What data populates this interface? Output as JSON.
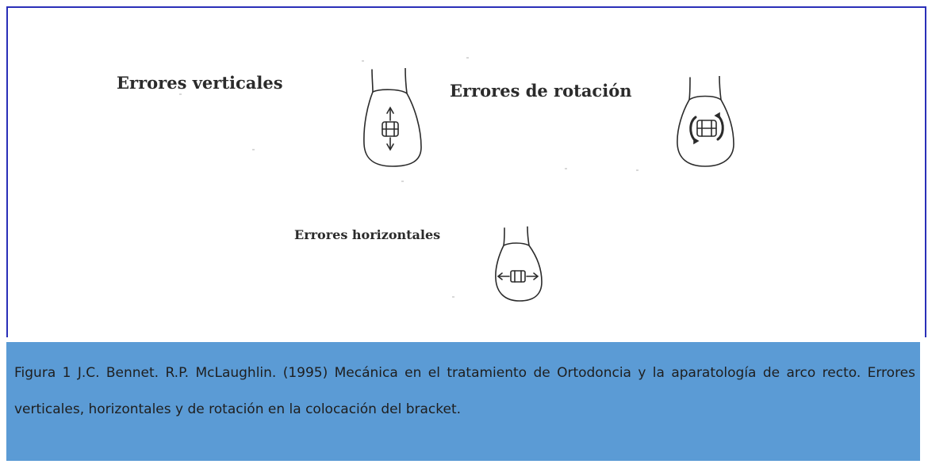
{
  "figure": {
    "labels": {
      "vertical": "Errores verticales",
      "rotation": "Errores de rotación",
      "horizontal": "Errores horizontales"
    },
    "icons": [
      "tooth-vertical-error-icon",
      "tooth-rotation-error-icon",
      "tooth-horizontal-error-icon"
    ]
  },
  "caption": {
    "text": "Figura 1 J.C.   Bennet. R.P. McLaughlin. (1995) Mecánica en el tratamiento de Ortodoncia y la aparatología de arco recto. Errores verticales, horizontales y de rotación en la colocación del bracket."
  },
  "colors": {
    "frame_border": "#2a2fb8",
    "caption_background": "#5b9bd5"
  }
}
